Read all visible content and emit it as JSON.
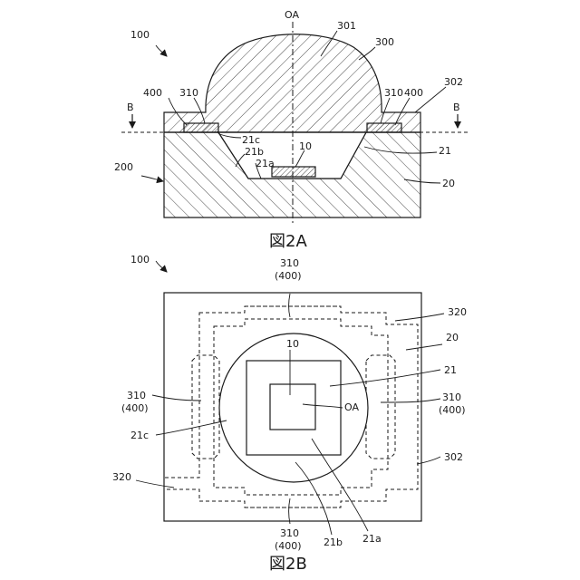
{
  "figure_a": {
    "caption": "図2A",
    "ref_100": "100",
    "ref_200": "200",
    "oa": "OA",
    "ref_301": "301",
    "ref_300": "300",
    "ref_302": "302",
    "ref_400_left": "400",
    "ref_310_left": "310",
    "ref_310_right": "310",
    "ref_400_right": "400",
    "section_b_left": "B",
    "section_b_right": "B",
    "ref_21c": "21c",
    "ref_21b": "21b",
    "ref_21a": "21a",
    "ref_10": "10",
    "ref_21": "21",
    "ref_20": "20"
  },
  "figure_b": {
    "caption": "図2B",
    "ref_100": "100",
    "top_310": "310",
    "top_400": "(400)",
    "ref_320_top": "320",
    "ref_20": "20",
    "ref_10": "10",
    "ref_21": "21",
    "left_310": "310",
    "left_400": "(400)",
    "right_310": "310",
    "right_400": "(400)",
    "oa": "OA",
    "ref_21c": "21c",
    "ref_302": "302",
    "ref_320_bottom": "320",
    "bottom_310": "310",
    "bottom_400": "(400)",
    "ref_21b": "21b",
    "ref_21a": "21a"
  }
}
